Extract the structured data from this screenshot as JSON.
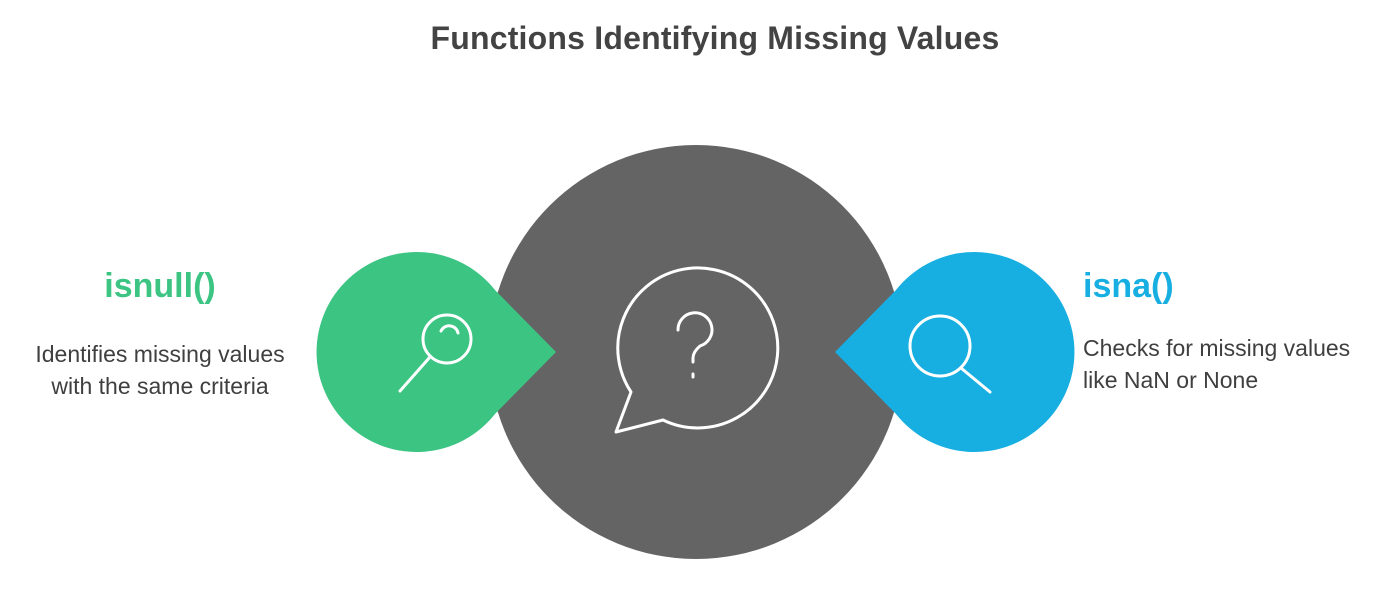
{
  "title": "Functions Identifying Missing Values",
  "colors": {
    "center": "#646464",
    "left": "#3cc483",
    "right": "#17afe1",
    "text": "#3f3f3f",
    "title": "#434343",
    "icon_stroke": "#ffffff"
  },
  "left": {
    "heading": "isnull()",
    "description": "Identifies missing values with the same criteria",
    "icon": "magnifying-glass-icon"
  },
  "center": {
    "icon": "question-speech-bubble-icon"
  },
  "right": {
    "heading": "isna()",
    "description": "Checks for missing values like NaN or None",
    "icon": "search-icon"
  }
}
